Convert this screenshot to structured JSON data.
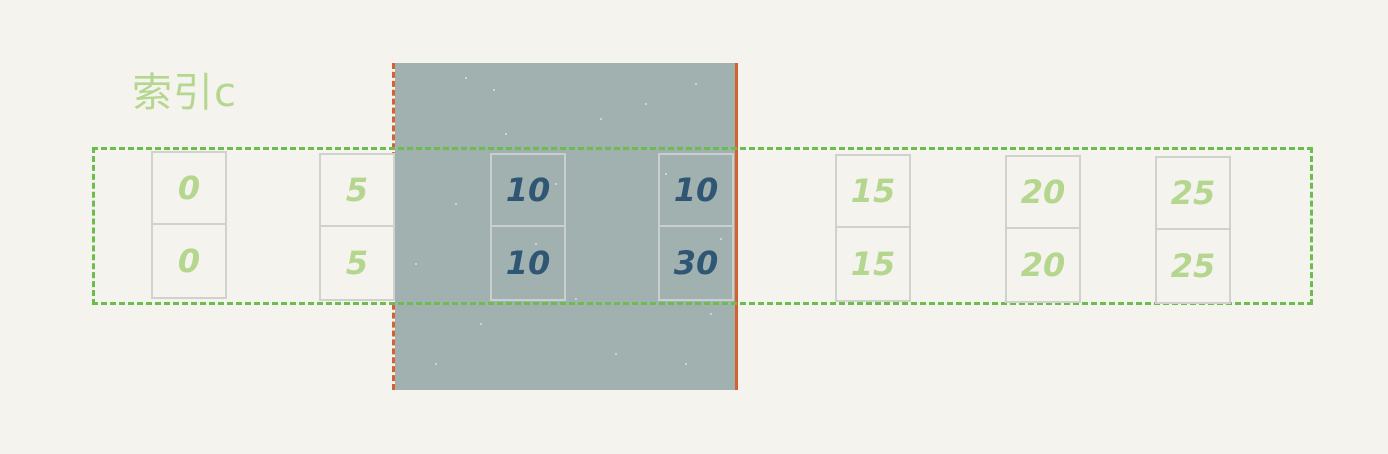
{
  "diagram": {
    "title": "索引c",
    "entries": [
      {
        "key": "0",
        "id": "0",
        "locked": false
      },
      {
        "key": "5",
        "id": "5",
        "locked": false
      },
      {
        "key": "10",
        "id": "10",
        "locked": true
      },
      {
        "key": "10",
        "id": "30",
        "locked": true
      },
      {
        "key": "15",
        "id": "15",
        "locked": false
      },
      {
        "key": "20",
        "id": "20",
        "locked": false
      },
      {
        "key": "25",
        "id": "25",
        "locked": false
      }
    ],
    "colors": {
      "background": "#f4f3ee",
      "index_outline": "#6cbc4f",
      "unlocked_text": "#b5d68e",
      "locked_text": "#2f5774",
      "locked_region": "#a0b1af",
      "boundary": "#d4612e",
      "cell_border": "#d2d2cc"
    }
  }
}
